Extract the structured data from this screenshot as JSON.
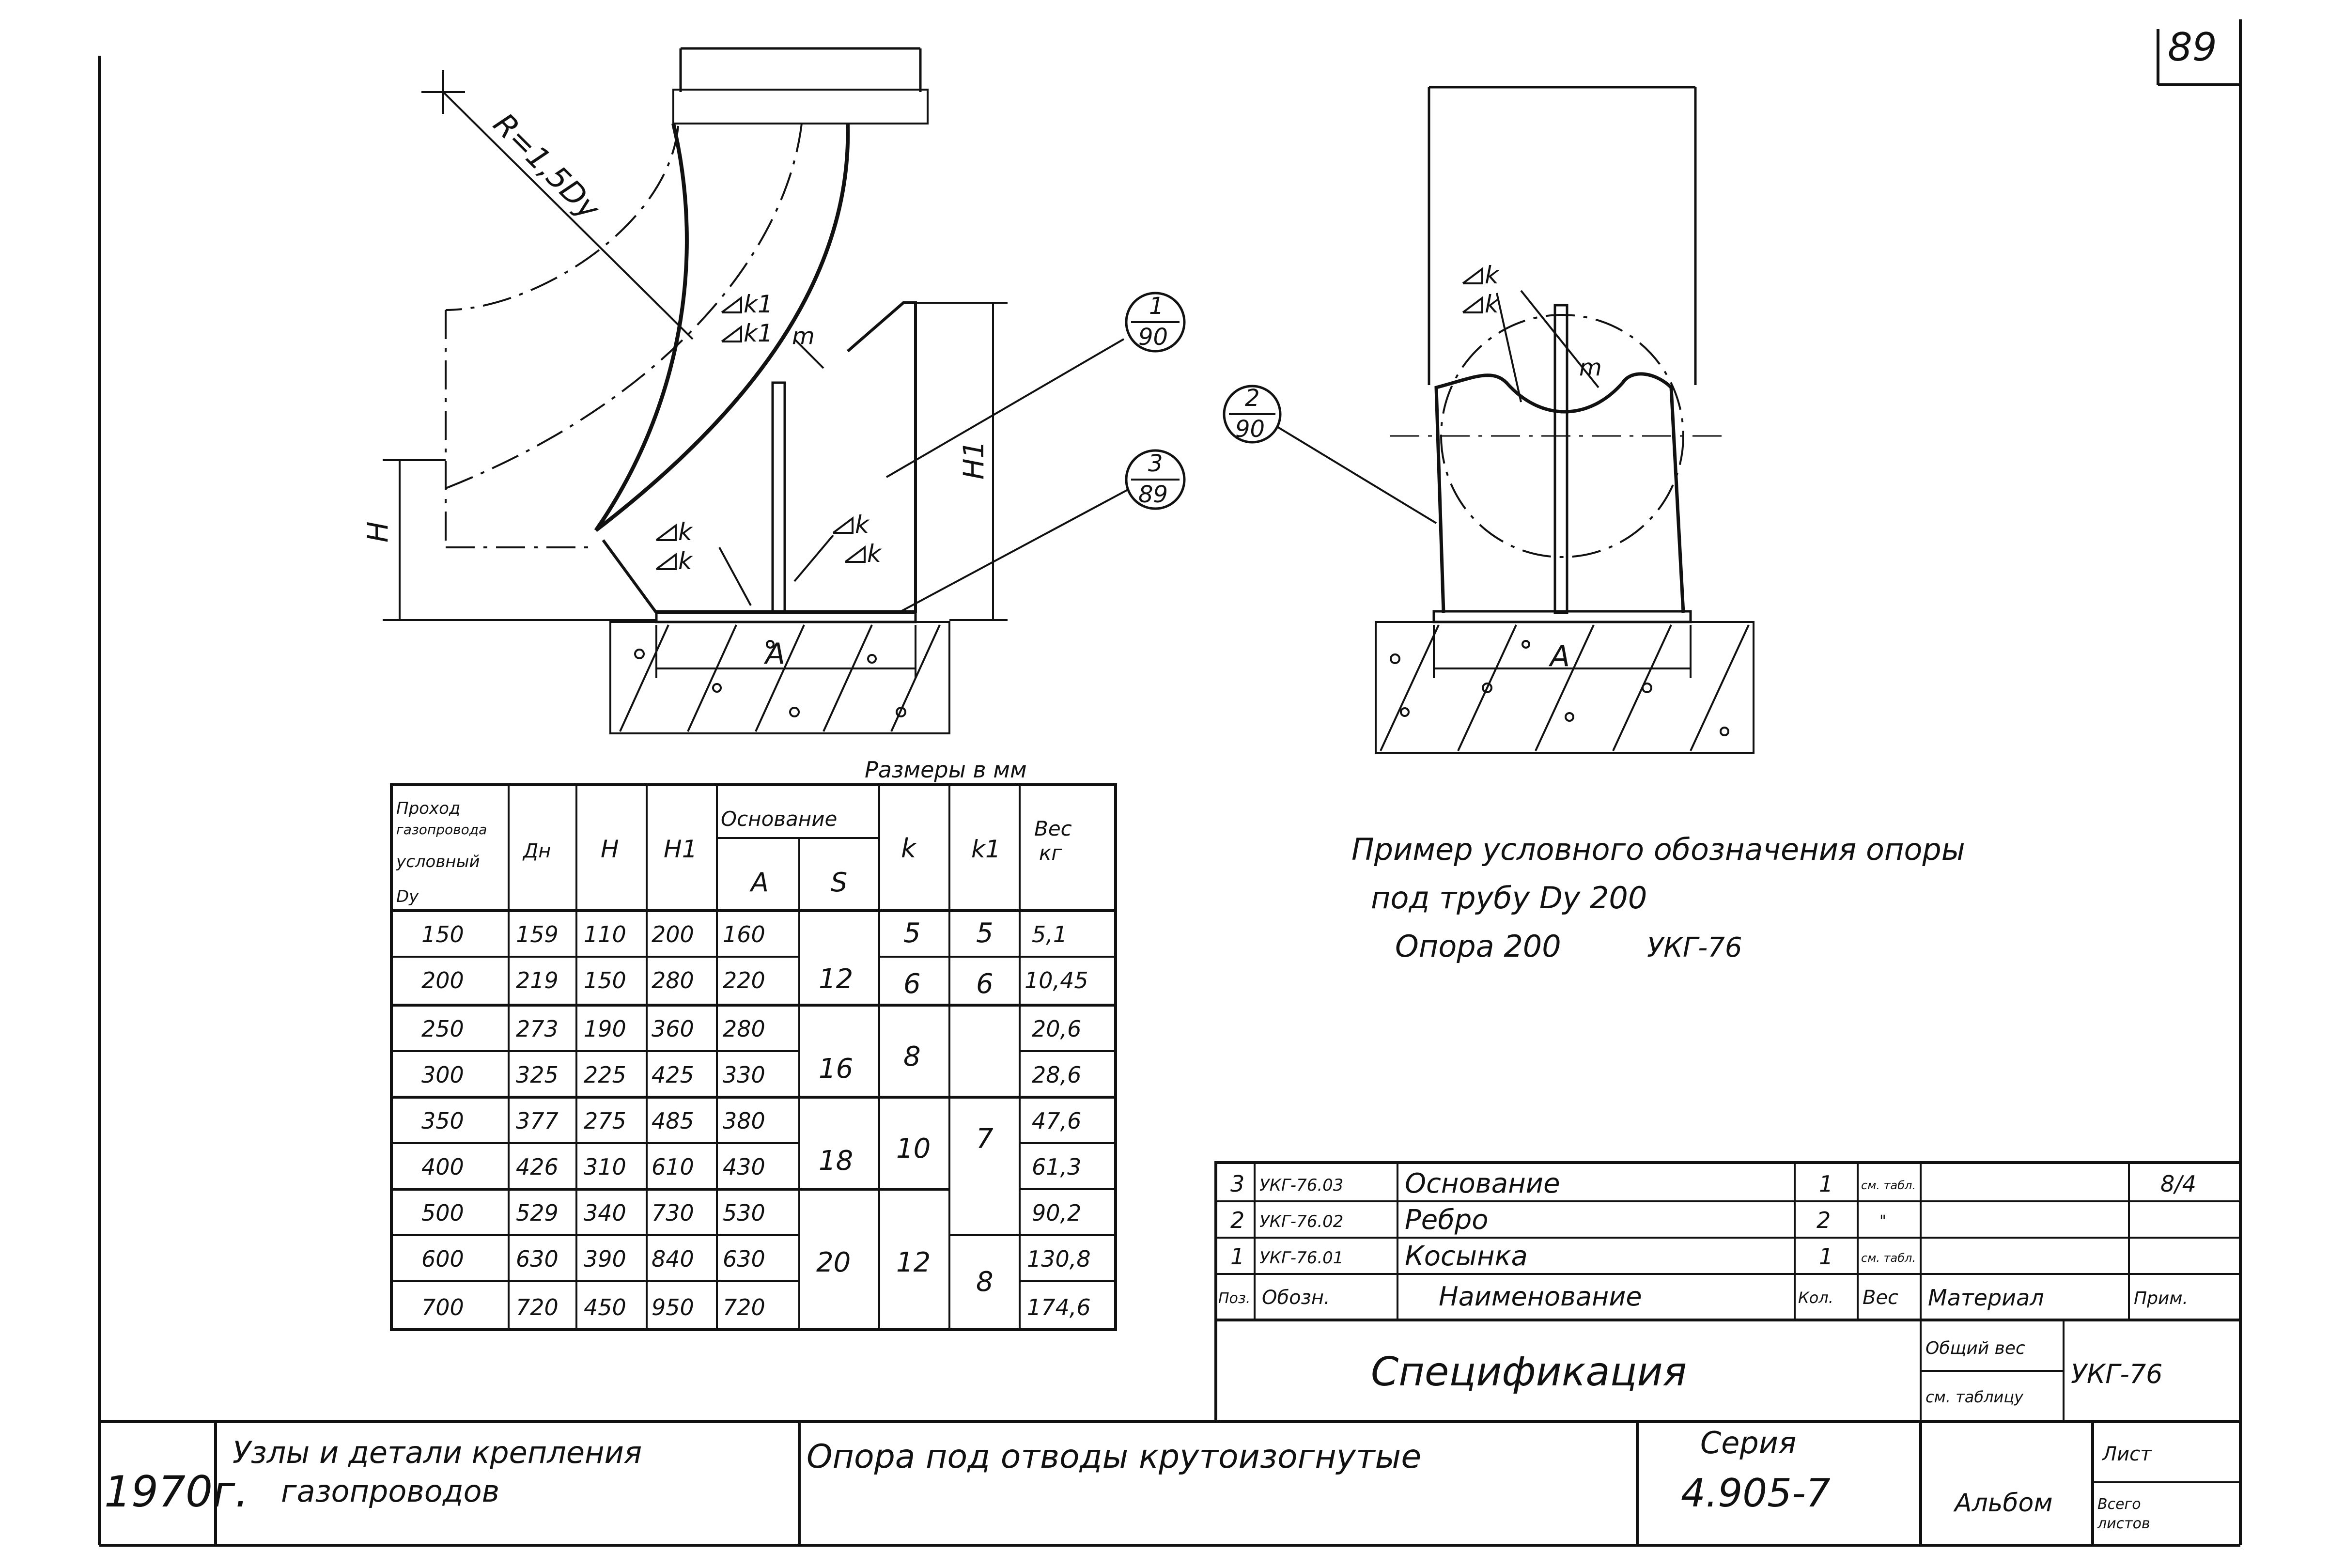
{
  "sheet_number": "89",
  "drawing_labels": {
    "radius": "R=1,5Dy",
    "height_h": "H",
    "height_h1": "H1",
    "width_a_left": "A",
    "width_a_right": "A",
    "weld_k": "k",
    "weld_k1": "k1",
    "weld_m": "m"
  },
  "callouts": [
    {
      "top": "1",
      "bottom": "90"
    },
    {
      "top": "3",
      "bottom": "89"
    },
    {
      "top": "2",
      "bottom": "90"
    }
  ],
  "sizes_note": "Размеры в мм",
  "dim_table": {
    "headers": {
      "dy": [
        "Проход",
        "газопровода",
        "условный",
        "Dy"
      ],
      "dn": "Дн",
      "h": "H",
      "h1": "H1",
      "base": "Основание",
      "a": "A",
      "s": "S",
      "k": "k",
      "k1": "k1",
      "weight": [
        "Вес",
        "кг"
      ]
    },
    "rows": [
      {
        "dy": "150",
        "dn": "159",
        "h": "110",
        "h1": "200",
        "a": "160",
        "w": "5,1"
      },
      {
        "dy": "200",
        "dn": "219",
        "h": "150",
        "h1": "280",
        "a": "220",
        "w": "10,45"
      },
      {
        "dy": "250",
        "dn": "273",
        "h": "190",
        "h1": "360",
        "a": "280",
        "w": "20,6"
      },
      {
        "dy": "300",
        "dn": "325",
        "h": "225",
        "h1": "425",
        "a": "330",
        "w": "28,6"
      },
      {
        "dy": "350",
        "dn": "377",
        "h": "275",
        "h1": "485",
        "a": "380",
        "w": "47,6"
      },
      {
        "dy": "400",
        "dn": "426",
        "h": "310",
        "h1": "610",
        "a": "430",
        "w": "61,3"
      },
      {
        "dy": "500",
        "dn": "529",
        "h": "340",
        "h1": "730",
        "a": "530",
        "w": "90,2"
      },
      {
        "dy": "600",
        "dn": "630",
        "h": "390",
        "h1": "840",
        "a": "630",
        "w": "130,8"
      },
      {
        "dy": "700",
        "dn": "720",
        "h": "450",
        "h1": "950",
        "a": "720",
        "w": "174,6"
      }
    ],
    "s_groups": [
      "12",
      "16",
      "18",
      "20"
    ],
    "k_groups": [
      "5",
      "6",
      "8",
      "10",
      "12"
    ],
    "k1_groups": [
      "5",
      "6",
      "7",
      "8"
    ]
  },
  "example": {
    "line1": "Пример условного обозначения опоры",
    "line2": "под трубу Dy 200",
    "line3_name": "Опора 200",
    "line3_code": "УКГ-76"
  },
  "spec": {
    "rows": [
      {
        "pos": "3",
        "code": "УКГ-76.03",
        "name": "Основание",
        "qty": "1",
        "weight": "см. табл.",
        "note": "8/4"
      },
      {
        "pos": "2",
        "code": "УКГ-76.02",
        "name": "Ребро",
        "qty": "2",
        "weight": "\"",
        "note": ""
      },
      {
        "pos": "1",
        "code": "УКГ-76.01",
        "name": "Косынка",
        "qty": "1",
        "weight": "см. табл.",
        "note": ""
      }
    ],
    "header": {
      "pos": "Поз.",
      "code": "Обозн.",
      "name": "Наименование",
      "qty": "Кол.",
      "weight": "Вес",
      "material": "Материал",
      "note": "Прим."
    },
    "title": "Спецификация",
    "total_weight": [
      "Общий вес",
      "см. таблицу"
    ],
    "code": "УКГ-76"
  },
  "title_block": {
    "year": "1970г.",
    "group_line1": "Узлы и детали крепления",
    "group_line2": "газопроводов",
    "title": "Опора под отводы крутоизогнутые",
    "series_label": "Серия",
    "series_number": "4.905-7",
    "album": "Альбом",
    "sheet_label": "Лист",
    "total_label": [
      "Всего",
      "листов"
    ]
  }
}
